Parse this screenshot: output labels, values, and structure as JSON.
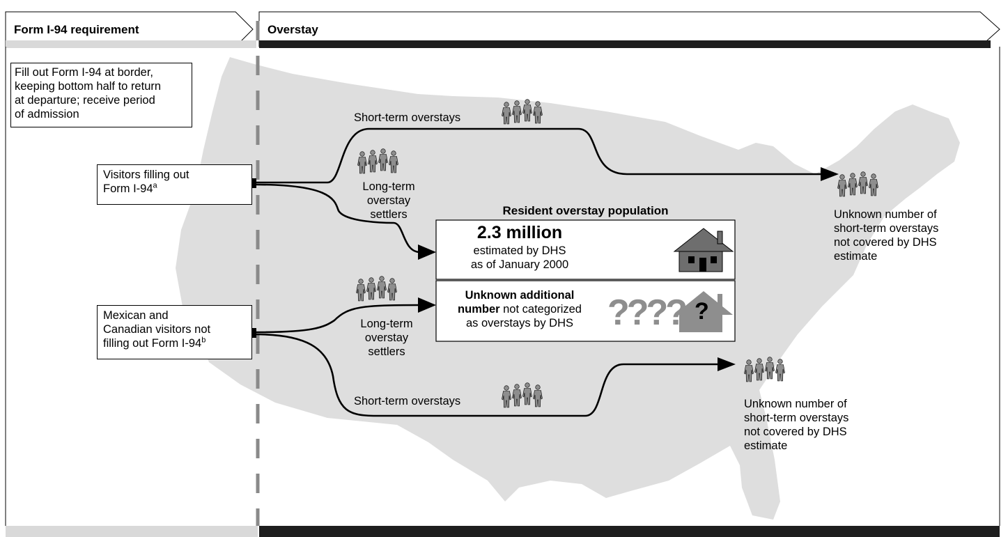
{
  "header": {
    "requirement_label": "Form I-94 requirement",
    "overstay_label": "Overstay"
  },
  "instruction_box": {
    "lines": [
      "Fill out Form I-94 at border,",
      "keeping bottom half to return",
      "at departure; receive period",
      "of admission"
    ]
  },
  "sources": {
    "visitors_i94": {
      "lines": [
        "Visitors filling out",
        "Form I-94"
      ],
      "footnote": "a"
    },
    "mexican_canadian": {
      "lines": [
        "Mexican and",
        "Canadian visitors not",
        "filling out Form I-94"
      ],
      "footnote": "b"
    }
  },
  "flows": {
    "short_term_top": "Short-term overstays",
    "short_term_bottom": "Short-term overstays",
    "long_term_upper": [
      "Long-term",
      "overstay",
      "settlers"
    ],
    "long_term_lower": [
      "Long-term",
      "overstay",
      "settlers"
    ]
  },
  "resident_population": {
    "title": "Resident overstay population",
    "estimate_value": "2.3 million",
    "estimate_lines": [
      "estimated by DHS",
      "as of January 2000"
    ],
    "unknown_bold": [
      "Unknown additional",
      "number"
    ],
    "unknown_rest": [
      " not categorized",
      "as overstays by DHS"
    ],
    "question_marks": "????",
    "house_question": "?"
  },
  "outcomes": {
    "upper": [
      "Unknown number of",
      "short-term overstays",
      "not covered by DHS",
      "estimate"
    ],
    "lower": [
      "Unknown number of",
      "short-term overstays",
      "not covered by DHS",
      "estimate"
    ]
  },
  "colors": {
    "map_fill": "#dedede",
    "person_fill": "#8e8e8e",
    "house_fill": "#6e6e6e",
    "dark_bar": "#1e1e1e",
    "light_bar": "#d9d9d9",
    "dashed_line": "#8a8a8a"
  },
  "icons": [
    "person-icon",
    "house-icon",
    "question-house-icon",
    "arrow-head-icon"
  ]
}
